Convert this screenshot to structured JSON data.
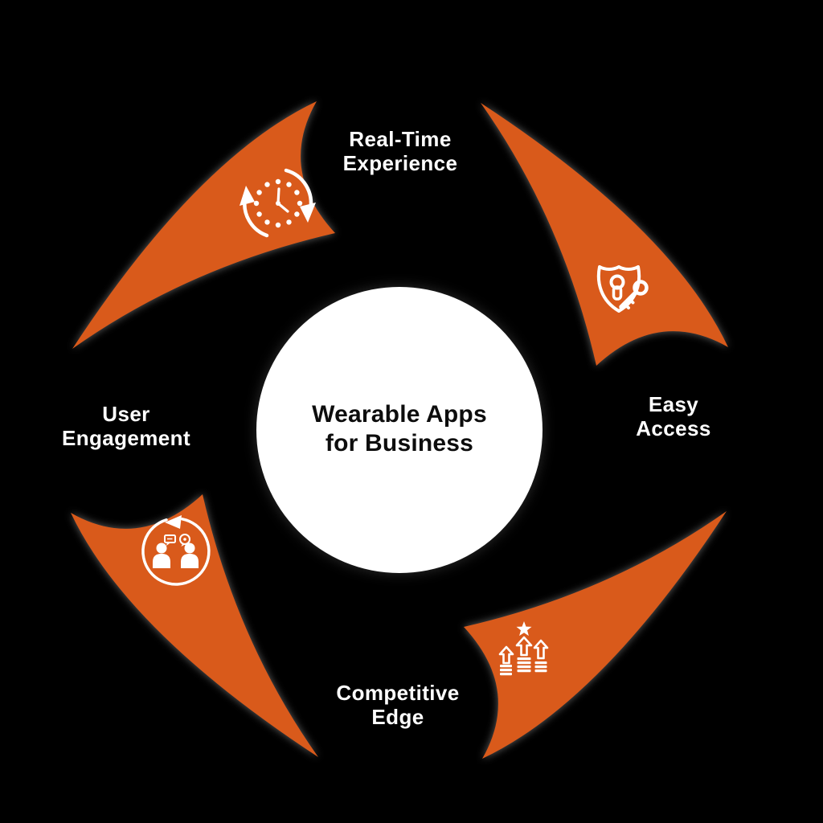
{
  "diagram": {
    "center": {
      "title_line1": "Wearable Apps",
      "title_line2": "for Business"
    },
    "nodes": [
      {
        "position": "top",
        "label_line1": "Real-Time",
        "label_line2": "Experience",
        "icon": "clock-refresh-icon"
      },
      {
        "position": "right",
        "label_line1": "Easy",
        "label_line2": "Access",
        "icon": "shield-key-icon"
      },
      {
        "position": "bottom",
        "label_line1": "Competitive",
        "label_line2": "Edge",
        "icon": "growth-arrows-star-icon"
      },
      {
        "position": "left",
        "label_line1": "User",
        "label_line2": "Engagement",
        "icon": "people-conversation-icon"
      }
    ],
    "colors": {
      "petal_orange": "#D95A1B",
      "background": "#000000",
      "center_circle": "#FFFFFF",
      "label_text": "#FFFFFF",
      "title_text": "#0D0D0D",
      "icon_white": "#FFFFFF"
    }
  }
}
